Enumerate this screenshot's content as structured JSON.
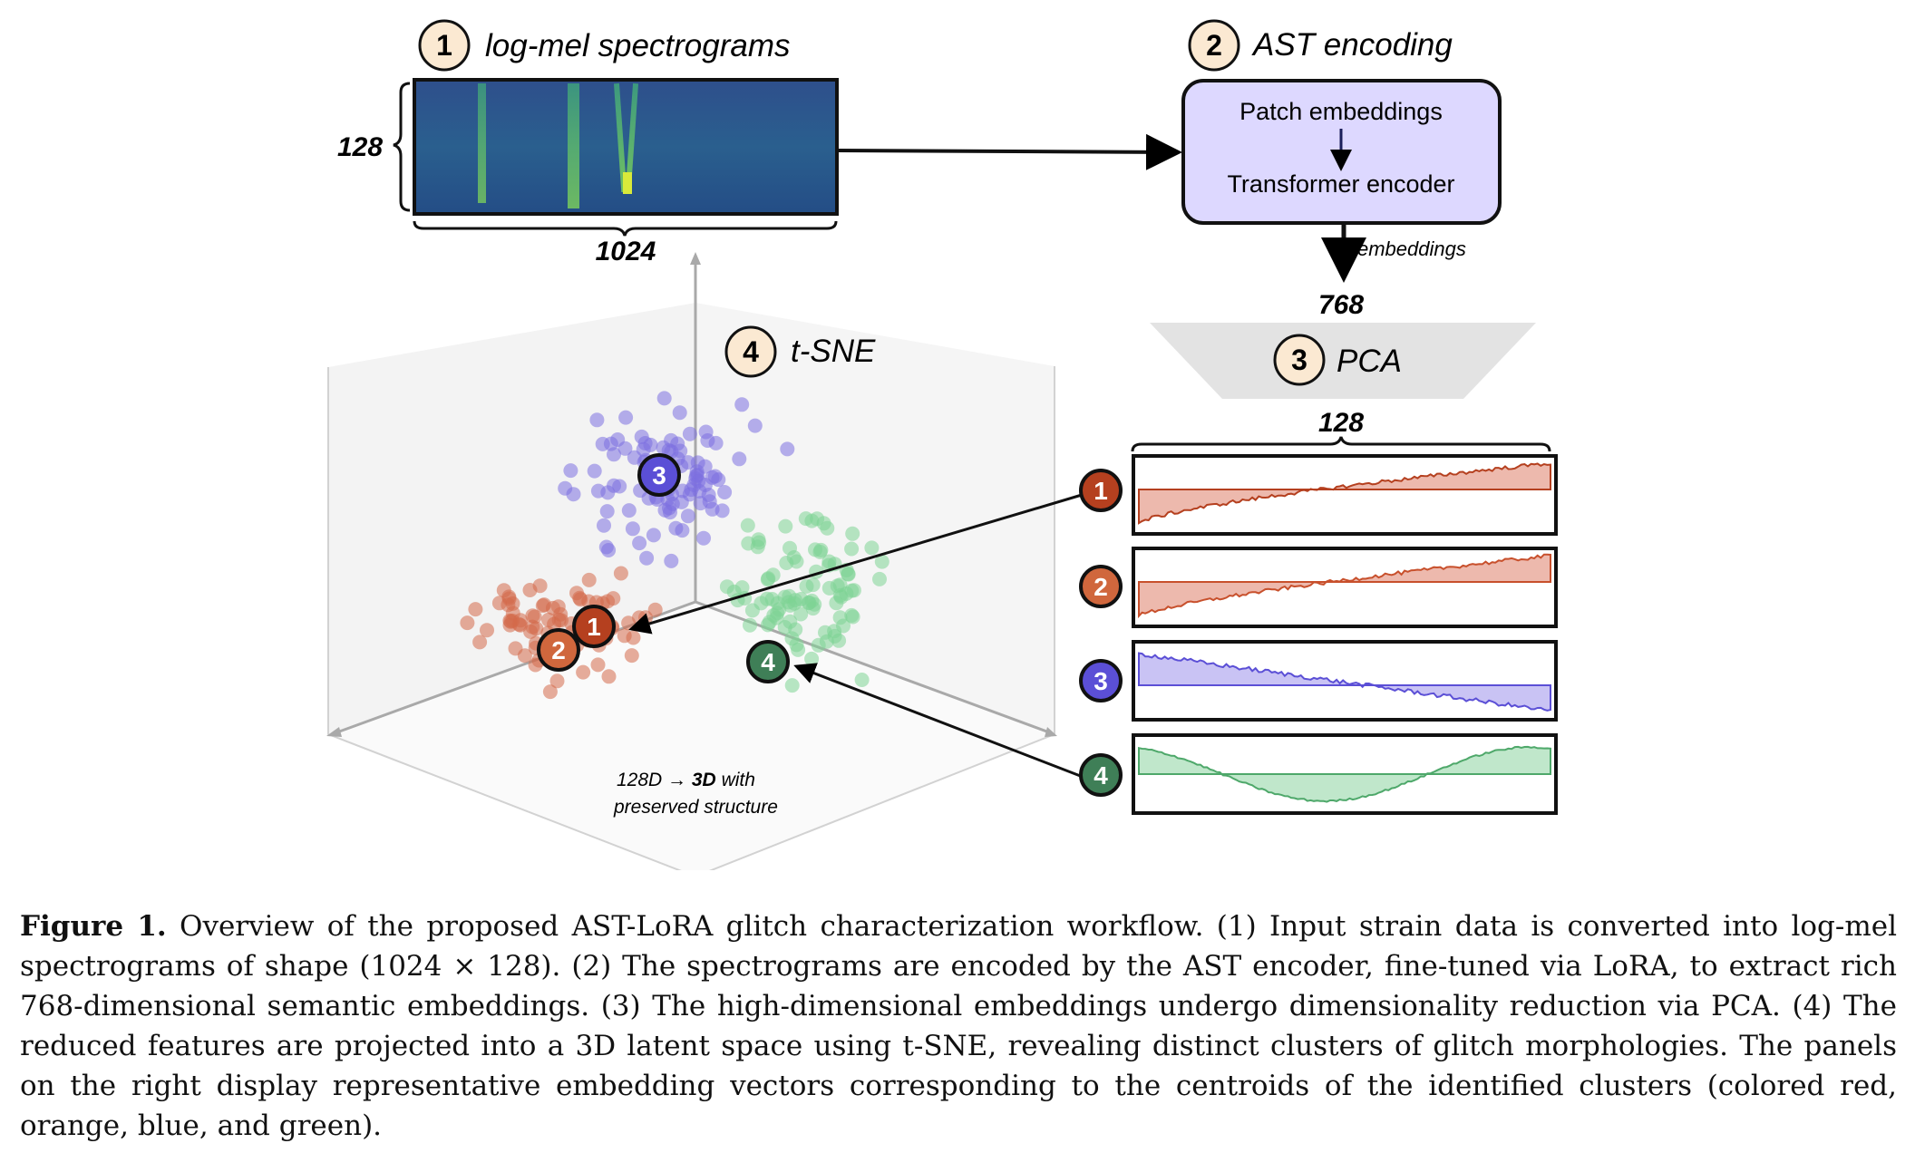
{
  "steps": {
    "spectrogram": {
      "badge": "1",
      "title": "log-mel spectrograms",
      "height_label": "128",
      "width_label": "1024"
    },
    "ast": {
      "badge": "2",
      "title": "AST encoding",
      "line1": "Patch embeddings",
      "line2": "Transformer encoder",
      "arrow_label": "embeddings",
      "output_dim": "768"
    },
    "pca": {
      "badge": "3",
      "title": "PCA",
      "output_dim": "128"
    },
    "tsne": {
      "badge": "4",
      "title": "t-SNE",
      "note_line1_pre": "128D → ",
      "note_line1_bold": "3D",
      "note_line1_post": " with",
      "note_line2": "preserved structure"
    }
  },
  "clusters": [
    {
      "id": "1",
      "color": "#b5401f",
      "name": "red"
    },
    {
      "id": "2",
      "color": "#d0673d",
      "name": "orange"
    },
    {
      "id": "3",
      "color": "#5b4fd6",
      "name": "blue"
    },
    {
      "id": "4",
      "color": "#3f7f57",
      "name": "green"
    }
  ],
  "cluster_colors": {
    "red": "#d46a4a",
    "blue": "#7b6fe0",
    "green": "#7ed493"
  },
  "accent": {
    "ast_box_fill": "#ddd8ff",
    "pca_fill": "#e3e3e3",
    "badge_fill": "#fbe9d2"
  },
  "caption": {
    "label": "Figure 1.",
    "text": "Overview of the proposed AST-LoRA glitch characterization workflow. (1) Input strain data is converted into log-mel spectrograms of shape (1024 × 128). (2) The spectrograms are encoded by the AST encoder, fine-tuned via LoRA, to extract rich 768-dimensional semantic embeddings. (3) The high-dimensional embeddings undergo dimensionality reduction via PCA. (4) The reduced features are projected into a 3D latent space using t-SNE, revealing distinct clusters of glitch morphologies. The panels on the right display representative embedding vectors corresponding to the centroids of the identified clusters (colored red, orange, blue, and green)."
  }
}
